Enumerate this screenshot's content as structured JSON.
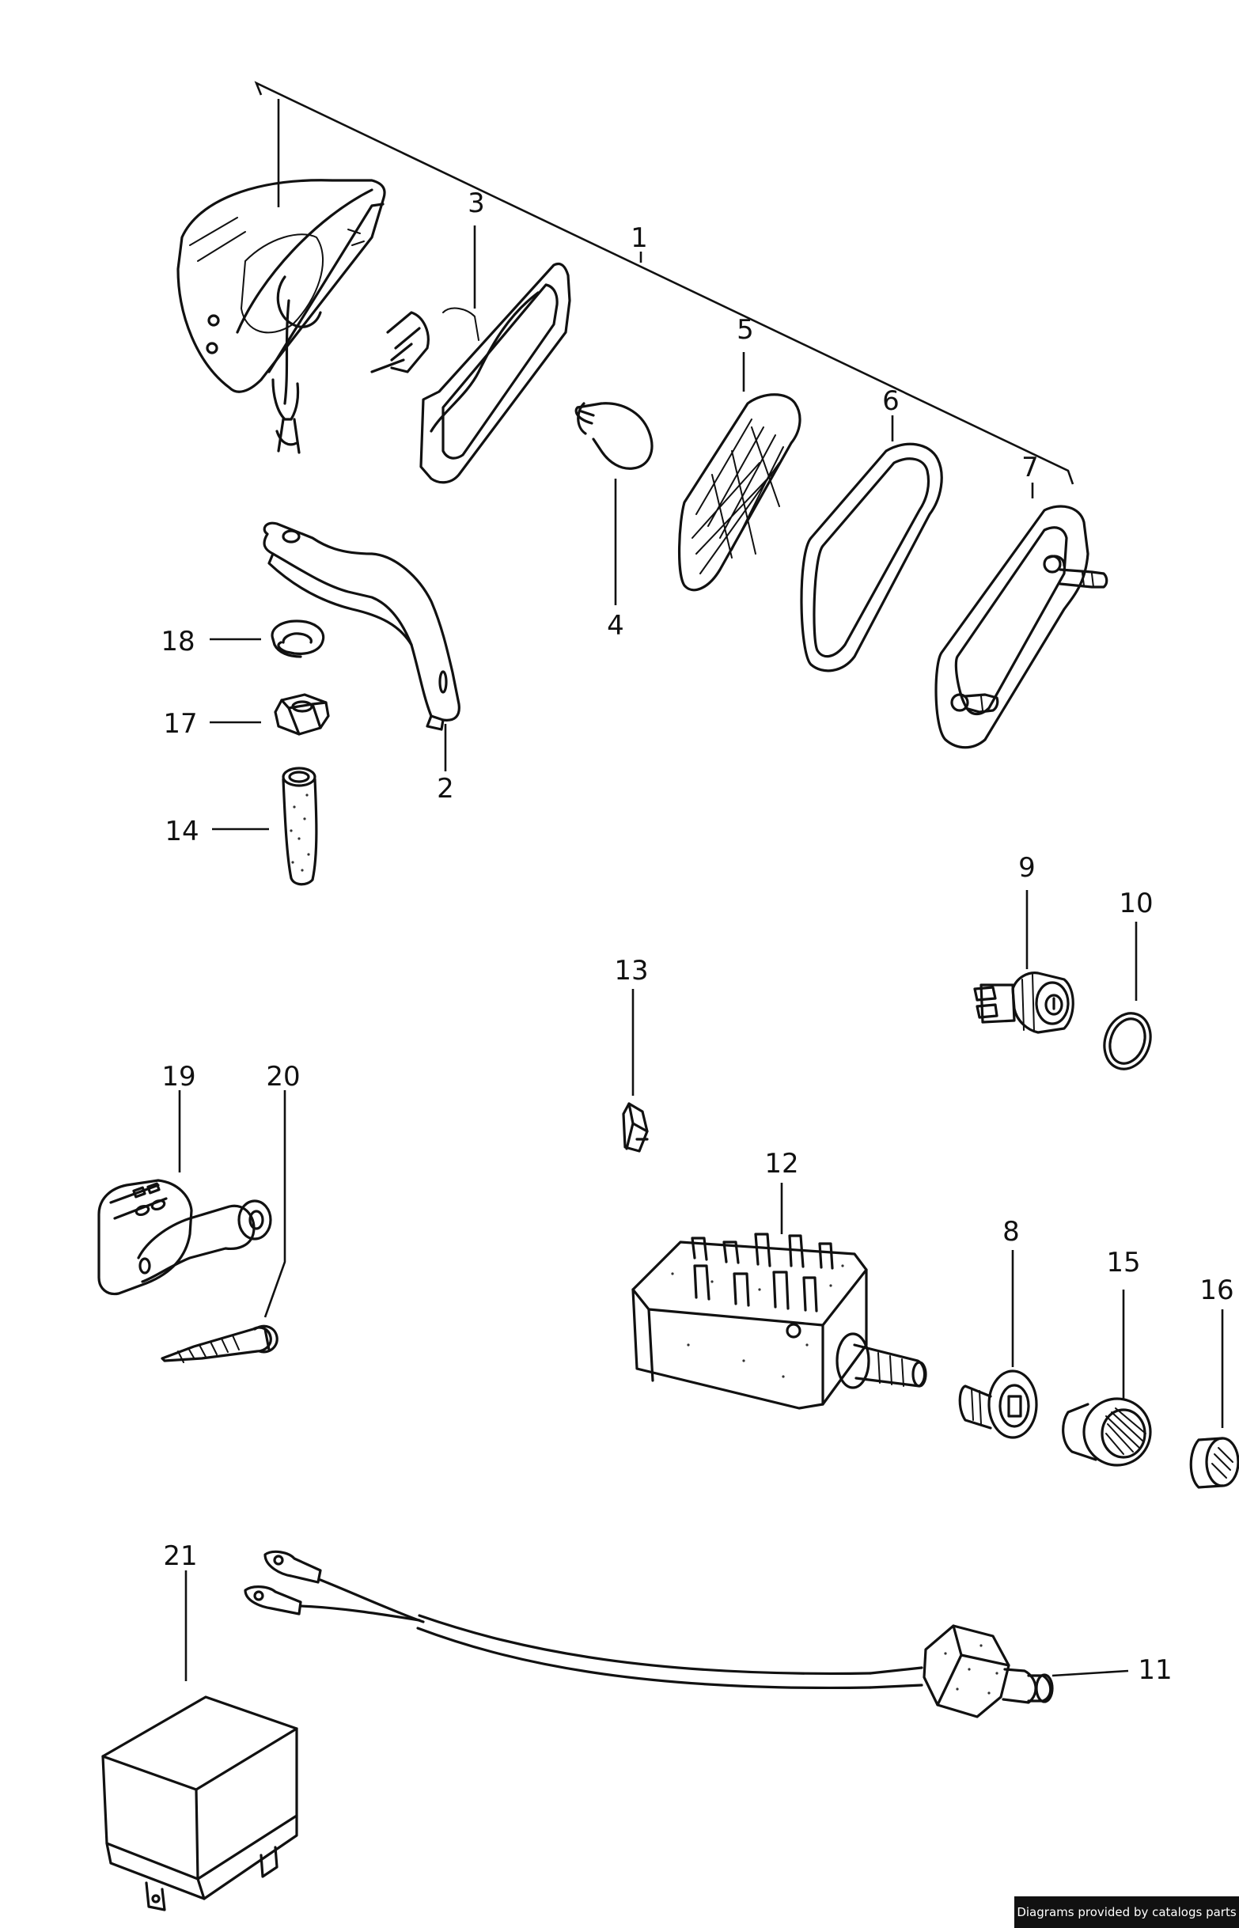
{
  "callouts": [
    {
      "id": "1",
      "label": "1"
    },
    {
      "id": "2",
      "label": "2"
    },
    {
      "id": "3",
      "label": "3"
    },
    {
      "id": "4",
      "label": "4"
    },
    {
      "id": "5",
      "label": "5"
    },
    {
      "id": "6",
      "label": "6"
    },
    {
      "id": "7",
      "label": "7"
    },
    {
      "id": "8",
      "label": "8"
    },
    {
      "id": "9",
      "label": "9"
    },
    {
      "id": "10",
      "label": "10"
    },
    {
      "id": "11",
      "label": "11"
    },
    {
      "id": "12",
      "label": "12"
    },
    {
      "id": "13",
      "label": "13"
    },
    {
      "id": "14",
      "label": "14"
    },
    {
      "id": "15",
      "label": "15"
    },
    {
      "id": "16",
      "label": "16"
    },
    {
      "id": "17",
      "label": "17"
    },
    {
      "id": "18",
      "label": "18"
    },
    {
      "id": "19",
      "label": "19"
    },
    {
      "id": "20",
      "label": "20"
    },
    {
      "id": "21",
      "label": "21"
    }
  ],
  "watermark": "Diagrams provided by catalogs parts",
  "colors": {
    "line": "#111111",
    "background": "#ffffff",
    "watermark_bg": "#111111",
    "watermark_text": "#ffffff"
  }
}
